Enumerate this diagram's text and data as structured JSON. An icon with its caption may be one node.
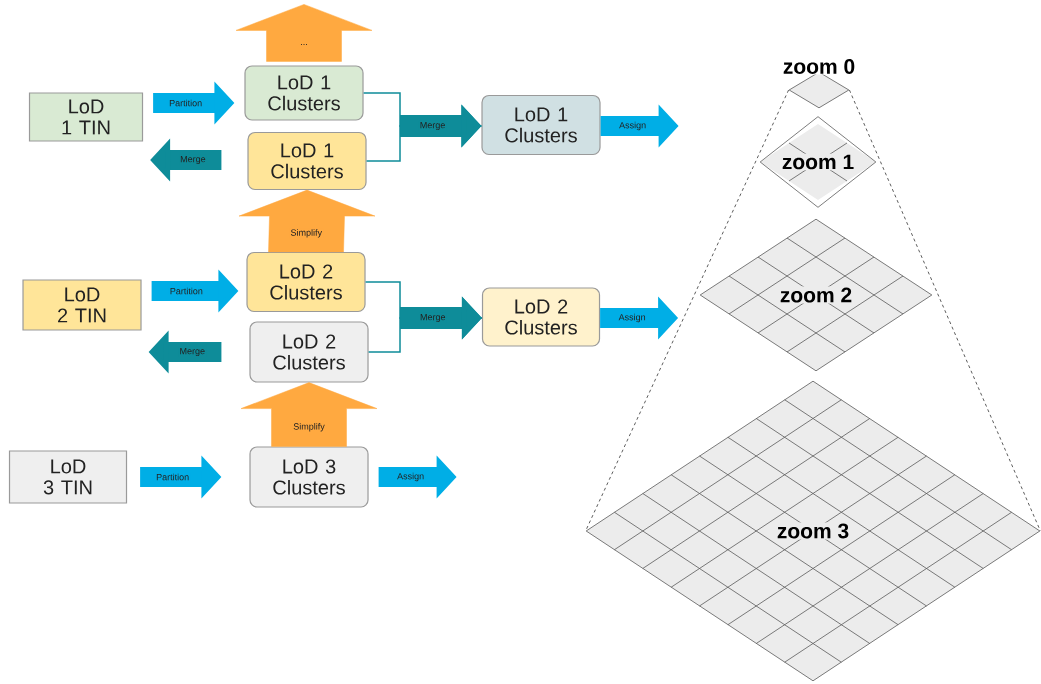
{
  "diagram": {
    "nodes": [
      {
        "text": [
          "LoD 1 TIN"
        ]
      },
      {
        "text": [
          "LoD 1 Clusters"
        ]
      },
      {
        "text": [
          "LoD 1 Clusters"
        ]
      },
      {
        "text": [
          "LoD 1 Clusters"
        ]
      },
      {
        "text": [
          "LoD 2 TIN"
        ]
      },
      {
        "text": [
          "LoD 2 Clusters"
        ]
      },
      {
        "text": [
          "LoD 2 Clusters"
        ]
      },
      {
        "text": [
          "LoD 2 Clusters"
        ]
      },
      {
        "text": [
          "LoD 3 TIN"
        ]
      },
      {
        "text": [
          "LoD 3 Clusters"
        ]
      },
      {
        "text": [
          "zoom 0"
        ]
      },
      {
        "text": [
          "zoom 1"
        ]
      },
      {
        "text": [
          "zoom 2"
        ]
      },
      {
        "text": [
          "zoom 3"
        ]
      }
    ],
    "edges": [
      {
        "from": 0,
        "to": 1,
        "arrow": "to",
        "label": "Partition"
      },
      {
        "from": 2,
        "to": 0,
        "arrow": "to",
        "label": "Merge",
        "color": "#0e8c99"
      },
      {
        "from": 1,
        "to": 3,
        "arrow": "to",
        "label": "Merge",
        "color": "#0e8c99"
      },
      {
        "from": 2,
        "to": 3,
        "arrow": "to",
        "color": "#0e8c99"
      },
      {
        "from": 3,
        "to": null,
        "arrow": "to",
        "label": "Assign"
      },
      {
        "from": 1,
        "to": null,
        "arrow": "to",
        "label": "...",
        "color": "#ffa940",
        "style": "thick"
      },
      {
        "from": 5,
        "to": 2,
        "arrow": "to",
        "label": "Simplify",
        "color": "#ffa940",
        "style": "thick"
      },
      {
        "from": 4,
        "to": 5,
        "arrow": "to",
        "label": "Partition"
      },
      {
        "from": 6,
        "to": 4,
        "arrow": "to",
        "label": "Merge",
        "color": "#0e8c99"
      },
      {
        "from": 5,
        "to": 7,
        "arrow": "to",
        "label": "Merge",
        "color": "#0e8c99"
      },
      {
        "from": 6,
        "to": 7,
        "arrow": "to",
        "color": "#0e8c99"
      },
      {
        "from": 7,
        "to": null,
        "arrow": "to",
        "label": "Assign"
      },
      {
        "from": 9,
        "to": 6,
        "arrow": "to",
        "label": "Simplify",
        "color": "#ffa940",
        "style": "thick"
      },
      {
        "from": 8,
        "to": 9,
        "arrow": "to",
        "label": "Partition"
      },
      {
        "from": 9,
        "to": null,
        "arrow": "to",
        "label": "Assign"
      },
      {
        "from": 10,
        "to": 13,
        "arrow": "none",
        "style": "dashed",
        "color": "#333333"
      },
      {
        "from": 10,
        "to": 13,
        "arrow": "none",
        "style": "dashed",
        "color": "#333333"
      }
    ]
  }
}
